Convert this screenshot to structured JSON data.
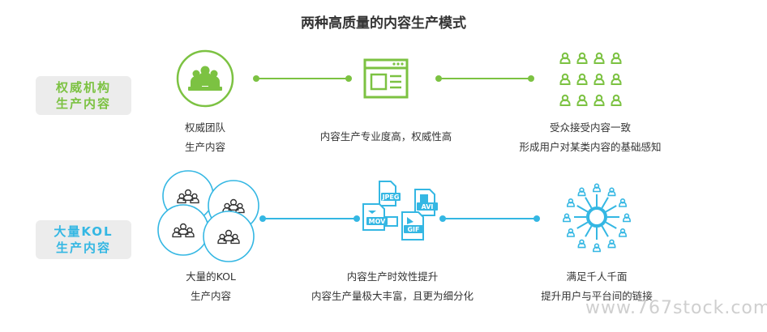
{
  "title": "两种高质量的内容生产模式",
  "colors": {
    "green": "#7cc242",
    "blue": "#34b7e3",
    "badge_bg": "#ececec"
  },
  "row1": {
    "badge_line1": "权威机构",
    "badge_line2": "生产内容",
    "step1": {
      "icon": "team-meeting-icon",
      "line1": "权威团队",
      "line2": "生产内容"
    },
    "step2": {
      "icon": "web-page-icon",
      "line1": "内容生产专业度高，权威性高"
    },
    "step3": {
      "icon": "audience-grid-icon",
      "line1": "受众接受内容一致",
      "line2": "形成用户对某类内容的基础感知"
    }
  },
  "row2": {
    "badge_line1": "大量KOL",
    "badge_line2": "生产内容",
    "step1": {
      "icon": "kol-groups-icon",
      "line1": "大量的KOL",
      "line2": "生产内容"
    },
    "step2": {
      "icon": "media-files-icon",
      "file_labels": [
        "JPEG",
        "AVI",
        "MOV",
        "GIF"
      ],
      "line1": "内容生产时效性提升",
      "line2": "内容生产量极大丰富，且更为细分化"
    },
    "step3": {
      "icon": "user-network-icon",
      "line1": "满足千人千面",
      "line2": "提升用户与平台间的链接"
    }
  },
  "watermark": "www.767stock.com"
}
